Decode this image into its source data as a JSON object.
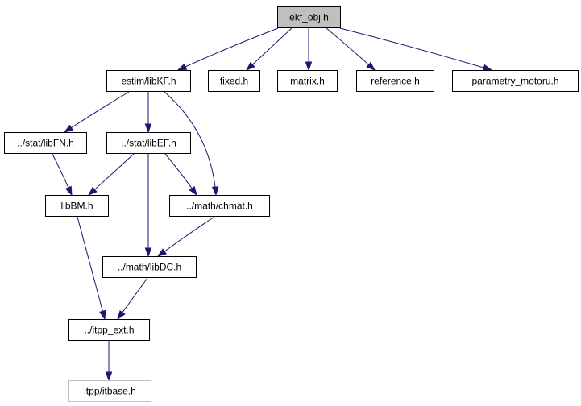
{
  "diagram": {
    "nodes": [
      {
        "id": "ekf_obj",
        "label": "ekf_obj.h",
        "highlighted": true
      },
      {
        "id": "libKF",
        "label": "estim/libKF.h"
      },
      {
        "id": "fixed",
        "label": "fixed.h"
      },
      {
        "id": "matrix",
        "label": "matrix.h"
      },
      {
        "id": "reference",
        "label": "reference.h"
      },
      {
        "id": "parametry",
        "label": "parametry_motoru.h"
      },
      {
        "id": "libFN",
        "label": "../stat/libFN.h"
      },
      {
        "id": "libEF",
        "label": "../stat/libEF.h"
      },
      {
        "id": "libBM",
        "label": "libBM.h"
      },
      {
        "id": "chmat",
        "label": "../math/chmat.h"
      },
      {
        "id": "libDC",
        "label": "../math/libDC.h"
      },
      {
        "id": "itpp_ext",
        "label": "../itpp_ext.h"
      },
      {
        "id": "itbase",
        "label": "itpp/itbase.h",
        "external": true
      }
    ],
    "edges": [
      {
        "from": "ekf_obj",
        "to": "libKF"
      },
      {
        "from": "ekf_obj",
        "to": "fixed"
      },
      {
        "from": "ekf_obj",
        "to": "matrix"
      },
      {
        "from": "ekf_obj",
        "to": "reference"
      },
      {
        "from": "ekf_obj",
        "to": "parametry"
      },
      {
        "from": "libKF",
        "to": "libFN"
      },
      {
        "from": "libKF",
        "to": "libEF"
      },
      {
        "from": "libKF",
        "to": "chmat"
      },
      {
        "from": "libFN",
        "to": "libBM"
      },
      {
        "from": "libEF",
        "to": "libBM"
      },
      {
        "from": "libEF",
        "to": "chmat"
      },
      {
        "from": "libEF",
        "to": "libDC"
      },
      {
        "from": "chmat",
        "to": "libDC"
      },
      {
        "from": "libBM",
        "to": "itpp_ext"
      },
      {
        "from": "libDC",
        "to": "itpp_ext"
      },
      {
        "from": "itpp_ext",
        "to": "itbase"
      }
    ],
    "colors": {
      "edge": "#191970",
      "node_border": "#000000",
      "root_fill": "#bfbfbf",
      "external_border": "#bfbfbf"
    }
  }
}
